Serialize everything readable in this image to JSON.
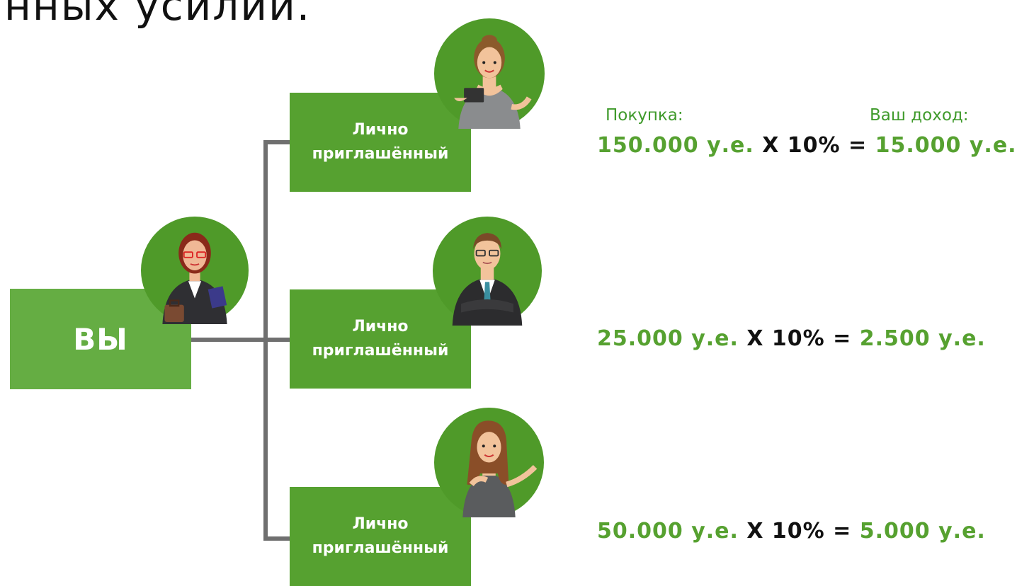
{
  "header": {
    "text": "нных усилий."
  },
  "you": {
    "label": "ВЫ"
  },
  "invitees": [
    {
      "line1": "Лично",
      "line2": "приглашённый"
    },
    {
      "line1": "Лично",
      "line2": "приглашённый"
    },
    {
      "line1": "Лично",
      "line2": "приглашённый"
    }
  ],
  "labels": {
    "purchase": "Покупка:",
    "income": "Ваш доход:"
  },
  "calcs": [
    {
      "amount": "150.000 у.е.",
      "op": "X 10% =",
      "result": "15.000 у.е."
    },
    {
      "amount": "25.000 у.е.",
      "op": "X 10% =",
      "result": "2.500 у.е."
    },
    {
      "amount": "50.000 у.е.",
      "op": "X 10% =",
      "result": "5.000 у.е."
    }
  ],
  "colors": {
    "box_green": "#56a130",
    "you_green": "#65ad43",
    "avatar_green": "#4f9a29",
    "text_green": "#56a130",
    "connector": "#6f6f6f"
  },
  "icons": [
    "woman-with-tablet-icon",
    "businesswoman-with-briefcase-icon",
    "businessman-arms-crossed-icon",
    "woman-pointing-icon"
  ]
}
